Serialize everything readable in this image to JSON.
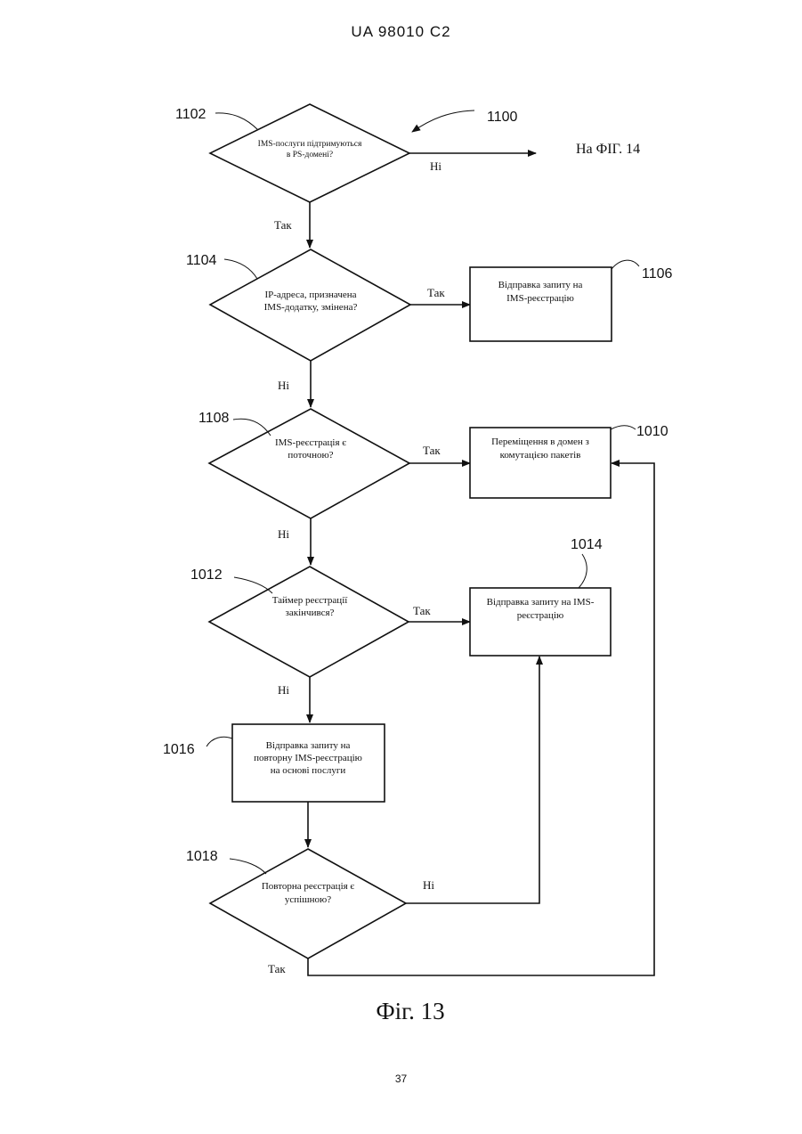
{
  "header": {
    "text": "UA   98010   C2"
  },
  "page_number": "37",
  "figure": {
    "caption": "Фіг. 13",
    "ref_main": "1100",
    "offpage": "На ФІГ. 14"
  },
  "nodes": {
    "d1102": {
      "ref": "1102",
      "line1": "IMS-послуги підтримуються",
      "line2": "в PS-домені?"
    },
    "d1104": {
      "ref": "1104",
      "line1": "IP-адреса, призначена",
      "line2": "IMS-додатку, змінена?"
    },
    "b1106": {
      "ref": "1106",
      "line1": "Відправка запиту на",
      "line2": "IMS-реєстрацію"
    },
    "d1108": {
      "ref": "1108",
      "line1": "IMS-реєстрація є",
      "line2": "поточною?"
    },
    "b1010": {
      "ref": "1010",
      "line1": "Переміщення в домен з",
      "line2": "комутацією пакетів"
    },
    "d1012": {
      "ref": "1012",
      "line1": "Таймер реєстрації",
      "line2": "закінчився?"
    },
    "b1014": {
      "ref": "1014",
      "line1": "Відправка запиту на IMS-",
      "line2": "реєстрацію"
    },
    "b1016": {
      "ref": "1016",
      "line1": "Відправка запиту на",
      "line2": "повторну IMS-реєстрацію",
      "line3": "на основі послуги"
    },
    "d1018": {
      "ref": "1018",
      "line1": "Повторна реєстрація є",
      "line2": "успішною?"
    }
  },
  "edges": {
    "e1102_no": "Ні",
    "e1102_yes": "Так",
    "e1104_yes": "Так",
    "e1104_no": "Ні",
    "e1108_yes": "Так",
    "e1108_no": "Ні",
    "e1012_yes": "Так",
    "e1012_no": "Ні",
    "e1018_no": "Ні",
    "e1018_yes": "Так"
  }
}
